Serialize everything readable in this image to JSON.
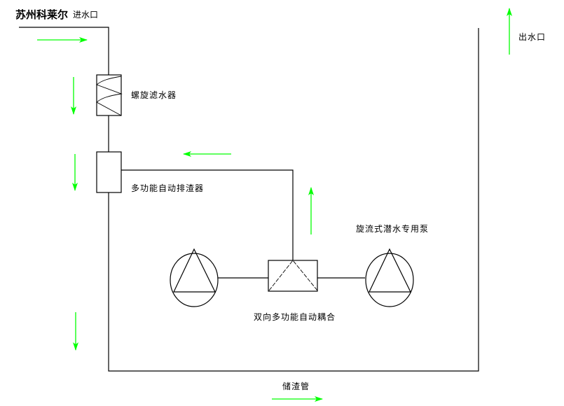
{
  "title": "苏州科莱尔",
  "labels": {
    "inlet": "进水口",
    "outlet": "出水口",
    "spiral_filter": "螺旋滤水器",
    "auto_slag_discharger": "多功能自动排渣器",
    "submersible_pump": "旋流式潜水专用泵",
    "auto_coupling": "双向多功能自动耦合",
    "slag_pipe": "储渣管"
  },
  "colors": {
    "pipe": "#000000",
    "flow_arrow": "#00ff00"
  }
}
